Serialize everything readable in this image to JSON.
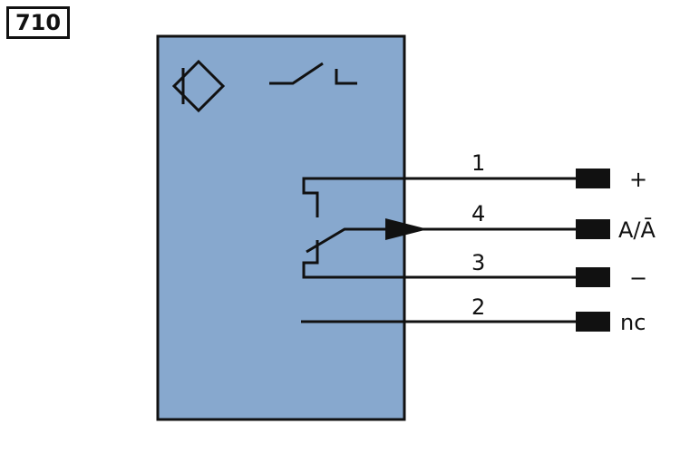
{
  "diagram": {
    "code": "710",
    "colors": {
      "body_fill": "#87A8CE",
      "stroke": "#111111",
      "terminal": "#111111"
    },
    "symbols": [
      "inductive-sensor-icon",
      "normally-open-contact-icon"
    ],
    "wires": [
      {
        "pin": "1",
        "label": "+"
      },
      {
        "pin": "4",
        "label": "A/Ā"
      },
      {
        "pin": "3",
        "label": "−"
      },
      {
        "pin": "2",
        "label": "nc"
      }
    ]
  }
}
